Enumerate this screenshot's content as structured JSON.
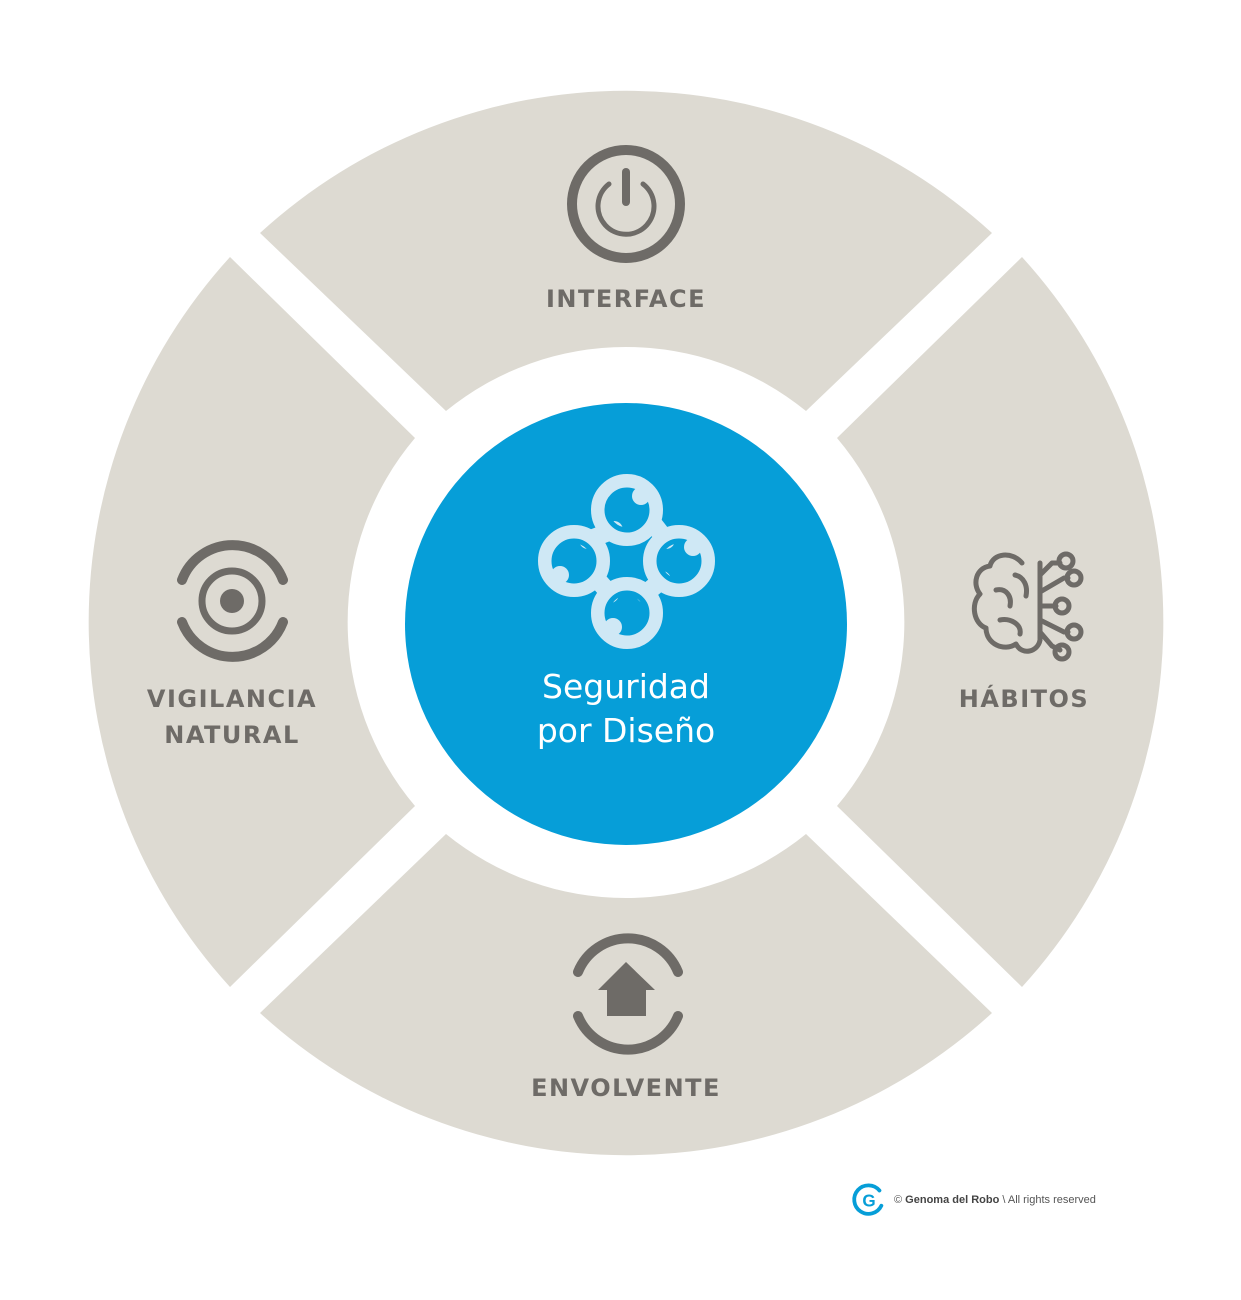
{
  "colors": {
    "segment": "#dddad2",
    "center": "#069ed8",
    "icon": "#6e6b67",
    "center_icon_light": "#cfe8f5",
    "logo": "#069ed8"
  },
  "center": {
    "line1": "Seguridad",
    "line2": "por Diseño",
    "icon": "network-nodes-icon"
  },
  "segments": [
    {
      "id": "top",
      "label_lines": [
        "INTERFACE"
      ],
      "icon": "power-icon"
    },
    {
      "id": "right",
      "label_lines": [
        "HÁBITOS"
      ],
      "icon": "brain-circuit-icon"
    },
    {
      "id": "bottom",
      "label_lines": [
        "ENVOLVENTE"
      ],
      "icon": "house-shield-icon"
    },
    {
      "id": "left",
      "label_lines": [
        "VIGILANCIA",
        "NATURAL"
      ],
      "icon": "eye-target-icon"
    }
  ],
  "footer": {
    "copyright": "©",
    "brand": "Genoma del Robo",
    "rights": "\\ All rights reserved",
    "logo": "genoma-logo-icon"
  }
}
